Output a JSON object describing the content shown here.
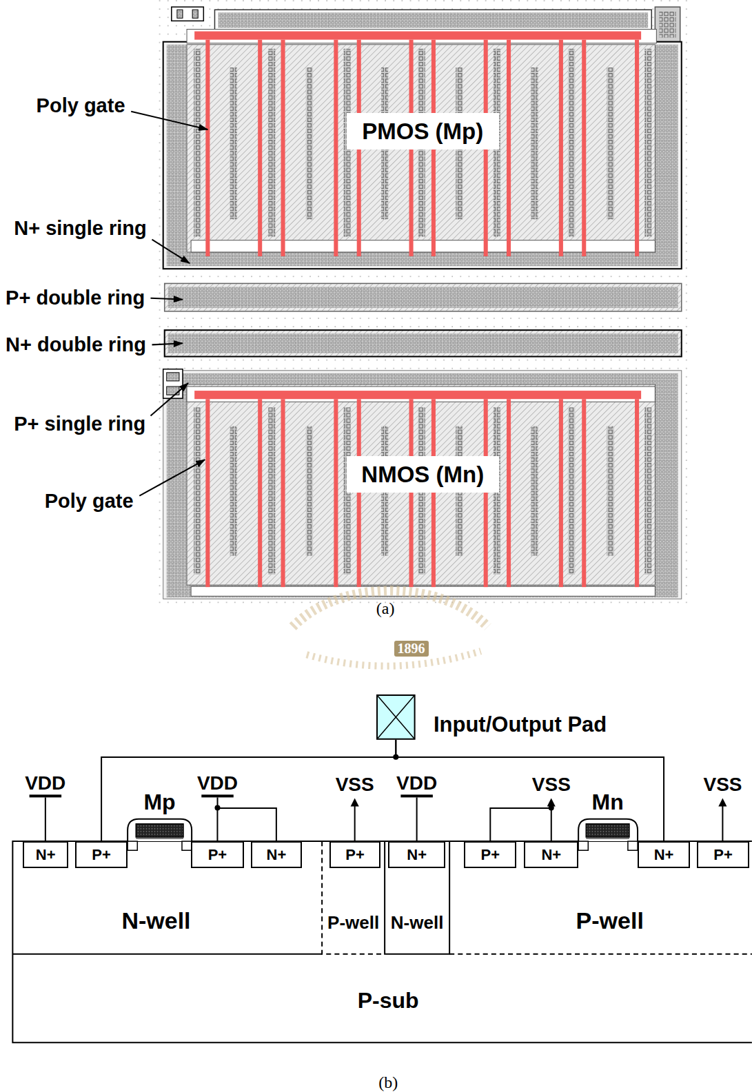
{
  "diagram": {
    "nodes": [
      {
        "text": [
          "PMOS (Mp)"
        ]
      },
      {
        "text": [
          "NMOS (Mn)"
        ]
      },
      {
        "text": [
          "Input/Output Pad"
        ]
      },
      {
        "text": [
          "P-sub"
        ]
      },
      {
        "text": [
          "N-well"
        ],
        "in": 3
      },
      {
        "text": [
          "P-well"
        ],
        "in": 3
      },
      {
        "text": [
          "N-well"
        ],
        "in": 3
      },
      {
        "text": [
          "P-well"
        ],
        "in": 3
      },
      {
        "text": [
          "N+"
        ],
        "in": 4
      },
      {
        "text": [
          "P+"
        ],
        "in": 4
      },
      {
        "text": [
          "P+"
        ],
        "in": 4
      },
      {
        "text": [
          "N+"
        ],
        "in": 4
      },
      {
        "text": [
          "P+"
        ],
        "in": 5
      },
      {
        "text": [
          "N+"
        ],
        "in": 6
      },
      {
        "text": [
          "P+"
        ],
        "in": 7
      },
      {
        "text": [
          "N+"
        ],
        "in": 7
      },
      {
        "text": [
          "N+"
        ],
        "in": 7
      },
      {
        "text": [
          "P+"
        ],
        "in": 7
      }
    ],
    "edges": [
      {
        "from": 2,
        "to": 9,
        "arrow": "none"
      },
      {
        "from": 2,
        "to": 16,
        "arrow": "none"
      },
      {
        "from": 10,
        "to": 11,
        "arrow": "none"
      },
      {
        "from": 14,
        "to": 15,
        "arrow": "none"
      }
    ],
    "labels": [
      "Poly gate",
      "N+ single ring",
      "P+ double ring",
      "N+ double ring",
      "P+ single ring",
      "Poly gate",
      "(a)",
      "1896",
      "VDD",
      "Mp",
      "VDD",
      "VSS",
      "VDD",
      "VSS",
      "Mn",
      "VSS",
      "(b)"
    ]
  }
}
